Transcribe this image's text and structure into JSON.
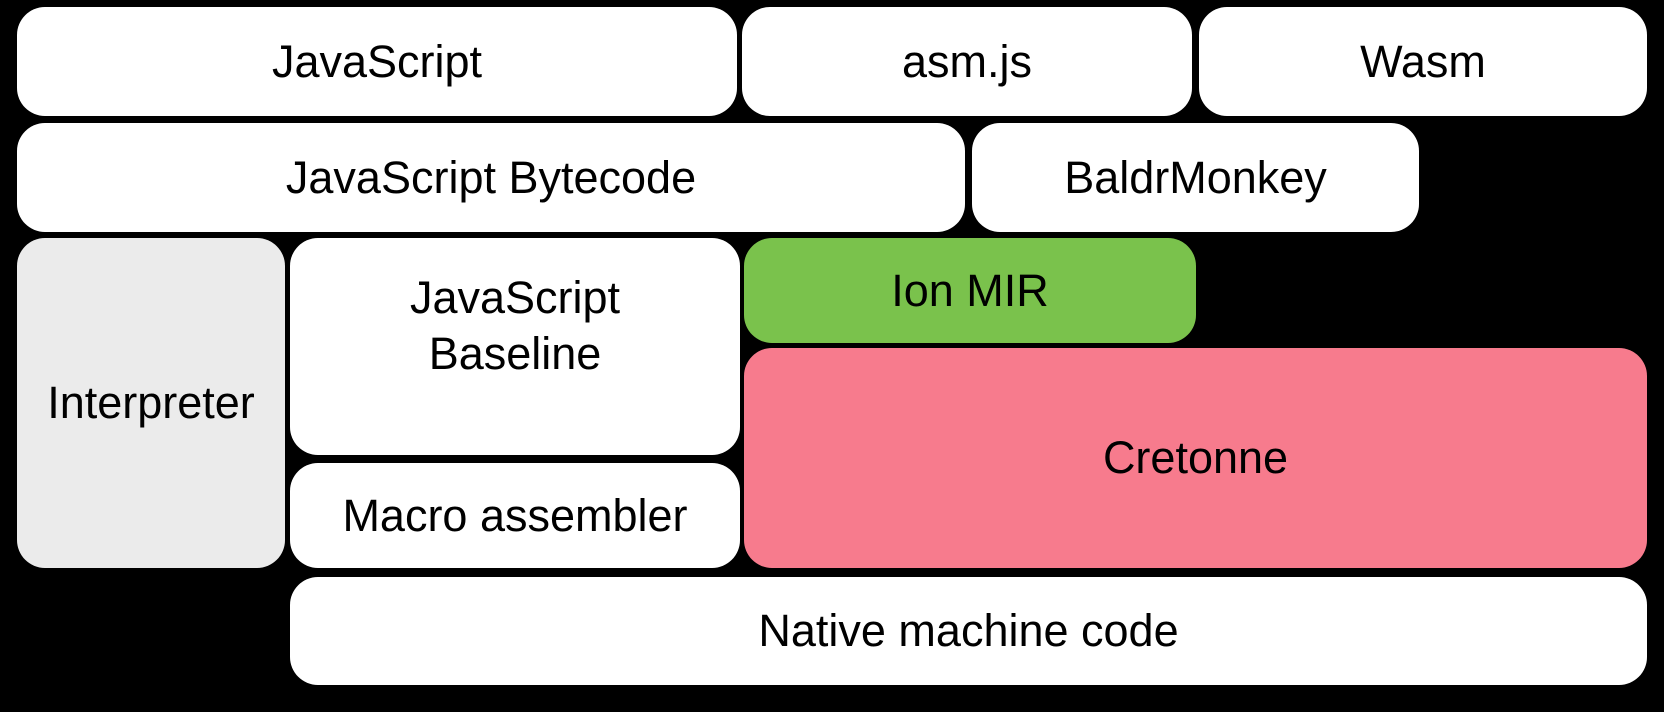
{
  "diagram": {
    "title": "SpiderMonkey compiler pipeline diagram",
    "background_color": "#000000",
    "text_color": "#000000",
    "colors": {
      "default_fill": "#ffffff",
      "interpreter_fill": "#ebebeb",
      "ion_mir_fill": "#7ac24c",
      "cretonne_fill": "#f77b8d"
    },
    "boxes": {
      "javascript": {
        "label": "JavaScript"
      },
      "asm_js": {
        "label": "asm.js"
      },
      "wasm": {
        "label": "Wasm"
      },
      "javascript_bytecode": {
        "label": "JavaScript Bytecode"
      },
      "baldrmonkey": {
        "label": "BaldrMonkey"
      },
      "interpreter": {
        "label": "Interpreter"
      },
      "javascript_baseline": {
        "label": "JavaScript Baseline",
        "lines": [
          "JavaScript",
          "Baseline"
        ]
      },
      "ion_mir": {
        "label": "Ion MIR"
      },
      "cretonne": {
        "label": "Cretonne"
      },
      "macro_assembler": {
        "label": "Macro assembler"
      },
      "native_machine_code": {
        "label": "Native machine code"
      }
    }
  }
}
